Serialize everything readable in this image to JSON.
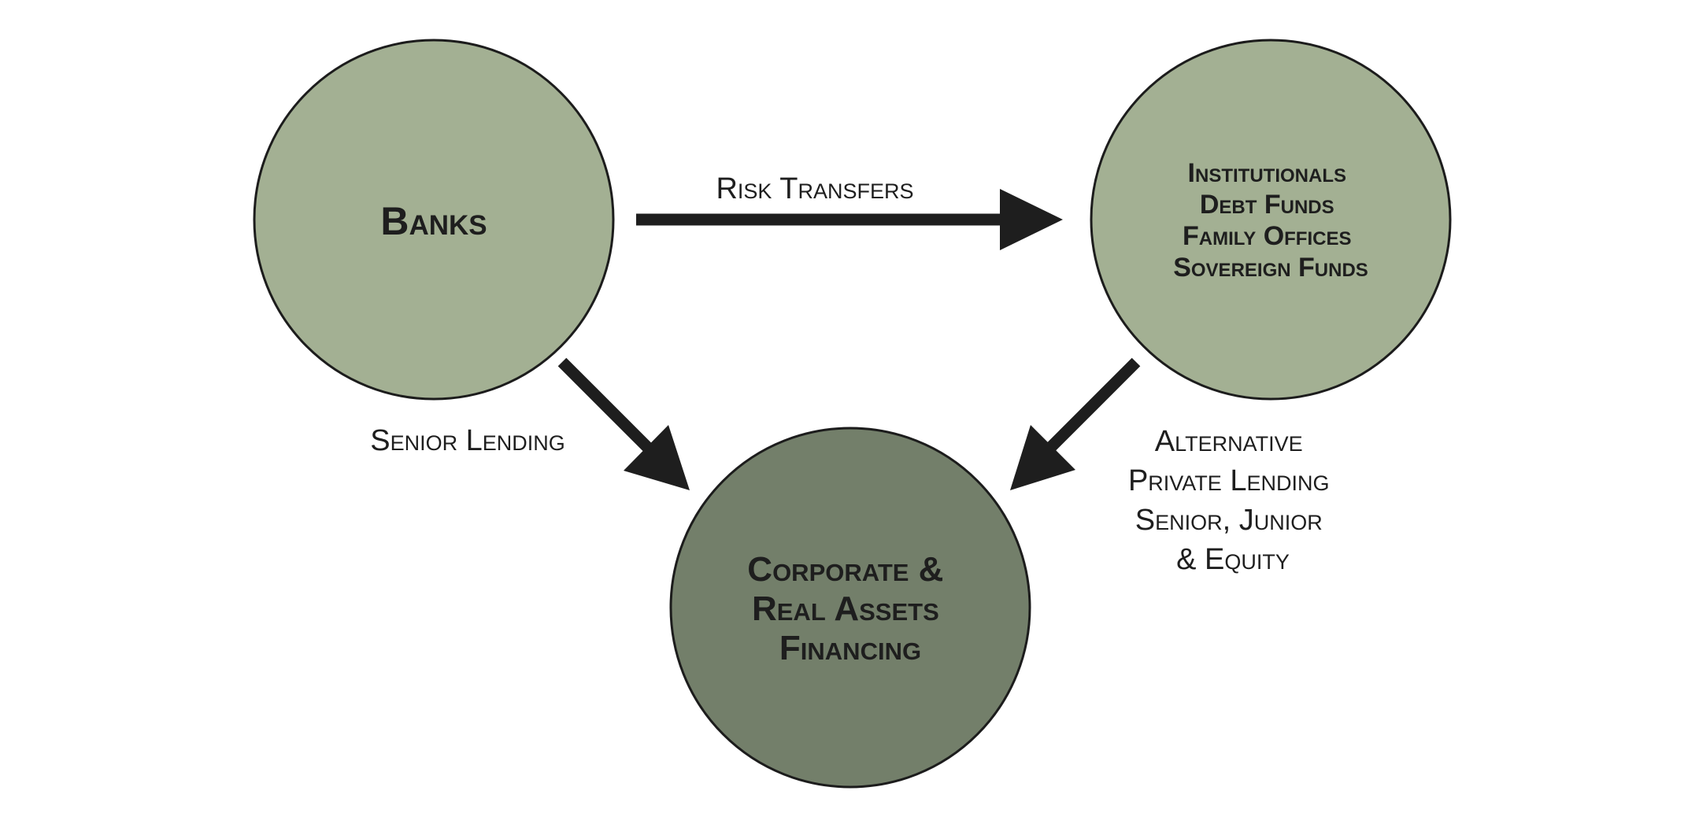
{
  "nodes": {
    "banks": {
      "lines": [
        "Banks"
      ],
      "color": "#a3b093"
    },
    "investors": {
      "lines": [
        "Institutionals",
        "Debt Funds",
        "Family Offices",
        "Sovereign Funds"
      ],
      "color": "#a3b093"
    },
    "financing": {
      "lines": [
        "Corporate &",
        "Real Assets",
        "Financing"
      ],
      "color": "#737f6a"
    }
  },
  "edges": {
    "risk_transfers": {
      "lines": [
        "Risk Transfers"
      ]
    },
    "senior_lending": {
      "lines": [
        "Senior Lending"
      ]
    },
    "alternative_lending": {
      "lines": [
        "Alternative",
        "Private Lending",
        "Senior, Junior",
        "& Equity"
      ]
    }
  },
  "colors": {
    "outline": "#1c1c1c",
    "arrow": "#1e1e1e",
    "text": "#1e1e1e",
    "background": "#ffffff"
  }
}
